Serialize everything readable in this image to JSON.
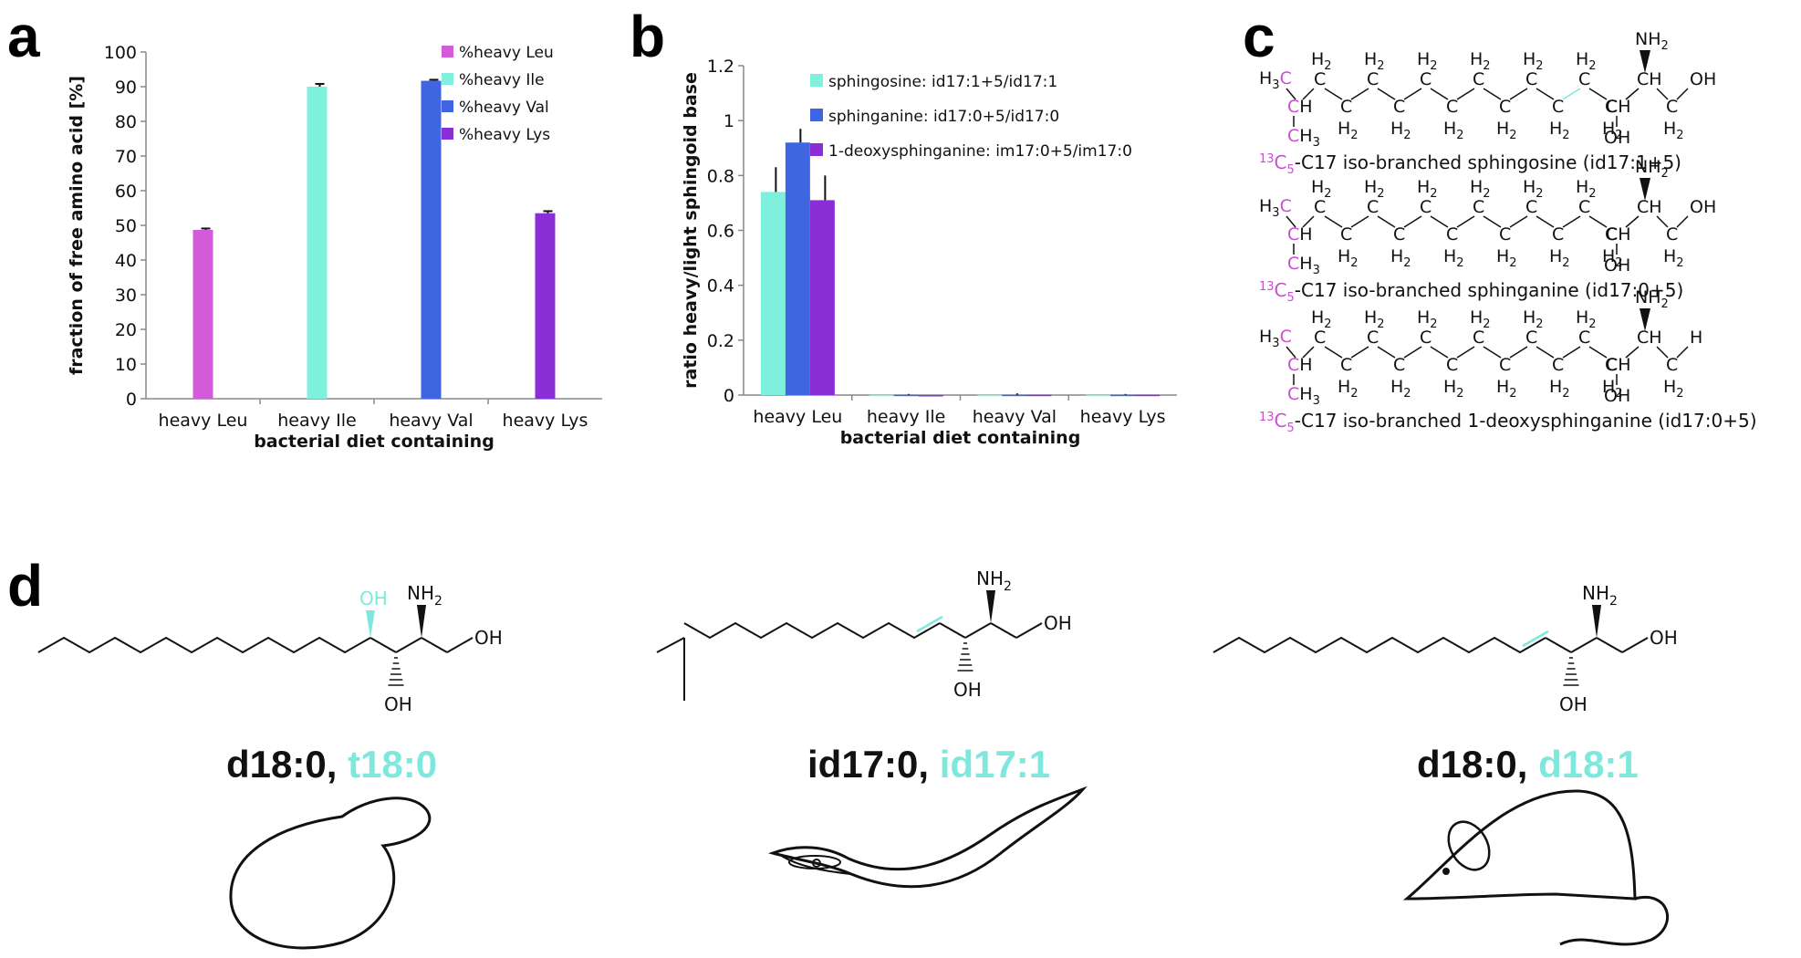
{
  "panels": {
    "a": "a",
    "b": "b",
    "c": "c",
    "d": "d"
  },
  "colors": {
    "leu": "#d35ad8",
    "ile": "#7ff0dc",
    "val": "#3f66e0",
    "lys": "#8a2fd8",
    "carbon13": "#c74fd0",
    "accent_cyan": "#7fe8dc",
    "oh_blue": "#3f66e0",
    "h_purple": "#8a2fd8"
  },
  "chart_data": [
    {
      "type": "bar",
      "categories": [
        "heavy Leu",
        "heavy Ile",
        "heavy Val",
        "heavy Lys"
      ],
      "series": [
        {
          "name": "%heavy Leu",
          "color": "#d35ad8",
          "values": [
            48.7,
            0,
            0,
            0
          ],
          "errors": [
            0.4,
            0,
            0,
            0
          ]
        },
        {
          "name": "%heavy Ile",
          "color": "#7ff0dc",
          "values": [
            0,
            90,
            0,
            0
          ],
          "errors": [
            0,
            0.8,
            0,
            0
          ]
        },
        {
          "name": "%heavy Val",
          "color": "#3f66e0",
          "values": [
            0,
            0,
            91.7,
            0
          ],
          "errors": [
            0,
            0,
            0.3,
            0
          ]
        },
        {
          "name": "%heavy Lys",
          "color": "#8a2fd8",
          "values": [
            0,
            0,
            0,
            53.5
          ],
          "errors": [
            0,
            0,
            0,
            0.6
          ]
        }
      ],
      "ylabel": "fraction of free amino acid [%]",
      "xlabel": "bacterial diet containing",
      "ylim": [
        0,
        100
      ],
      "yticks": [
        "0",
        "10",
        "20",
        "30",
        "40",
        "50",
        "60",
        "70",
        "80",
        "90",
        "100"
      ],
      "legend": "top-right"
    },
    {
      "type": "bar",
      "categories": [
        "heavy Leu",
        "heavy Ile",
        "heavy Val",
        "heavy Lys"
      ],
      "series": [
        {
          "name": "sphingosine: id17:1+5/id17:1",
          "color": "#7ff0dc",
          "values": [
            0.74,
            0.001,
            0.001,
            0.001
          ],
          "errors": [
            0.09,
            0,
            0,
            0
          ]
        },
        {
          "name": "sphinganine: id17:0+5/id17:0",
          "color": "#3f66e0",
          "values": [
            0.92,
            0.001,
            0.001,
            0.001
          ],
          "errors": [
            0.05,
            0.003,
            0.005,
            0.003
          ]
        },
        {
          "name": "1-deoxysphinganine: im17:0+5/im17:0",
          "color": "#8a2fd8",
          "values": [
            0.71,
            -0.003,
            0.001,
            0.001
          ],
          "errors": [
            0.09,
            0,
            0,
            0
          ]
        }
      ],
      "ylabel": "ratio heavy/light sphingoid base",
      "xlabel": "bacterial diet containing",
      "ylim": [
        0,
        1.2
      ],
      "yticks": [
        "0",
        "0.2",
        "0.4",
        "0.6",
        "0.8",
        "1",
        "1.2"
      ],
      "legend": "top"
    }
  ],
  "structures_c": [
    {
      "caption_sup": "13",
      "caption_c": "C",
      "caption_sub": "5",
      "caption_rest": "-C17 iso-branched sphingosine (id17:1+5)",
      "terminal": "OH"
    },
    {
      "caption_sup": "13",
      "caption_c": "C",
      "caption_sub": "5",
      "caption_rest": "-C17 iso-branched sphinganine (id17:0+5)",
      "terminal": "OH"
    },
    {
      "caption_sup": "13",
      "caption_c": "C",
      "caption_sub": "5",
      "caption_rest": "-C17 iso-branched 1-deoxysphinganine (id17:0+5)",
      "terminal": "H"
    }
  ],
  "chem_labels": {
    "h2": "H",
    "h2_sub": "2",
    "c": "C",
    "ch": "CH",
    "h3": "H",
    "h3_sub": "3",
    "ch3": "CH",
    "ch3_sub": "3",
    "oh": "OH",
    "nh2": "NH",
    "nh2_sub": "2"
  },
  "panel_d": [
    {
      "name_dark": "d18:0, ",
      "name_light": "t18:0",
      "oh": "OH",
      "nh2": "NH",
      "nh2_sub": "2",
      "oh_terminal": "OH",
      "oh_bottom": "OH",
      "organism_icon": "yeast-icon"
    },
    {
      "name_dark": "id17:0, ",
      "name_light": "id17:1",
      "nh2": "NH",
      "nh2_sub": "2",
      "oh_terminal": "OH",
      "oh_bottom": "OH",
      "organism_icon": "worm-icon"
    },
    {
      "name_dark": "d18:0, ",
      "name_light": "d18:1",
      "nh2": "NH",
      "nh2_sub": "2",
      "oh_terminal": "OH",
      "oh_bottom": "OH",
      "organism_icon": "mouse-icon"
    }
  ]
}
